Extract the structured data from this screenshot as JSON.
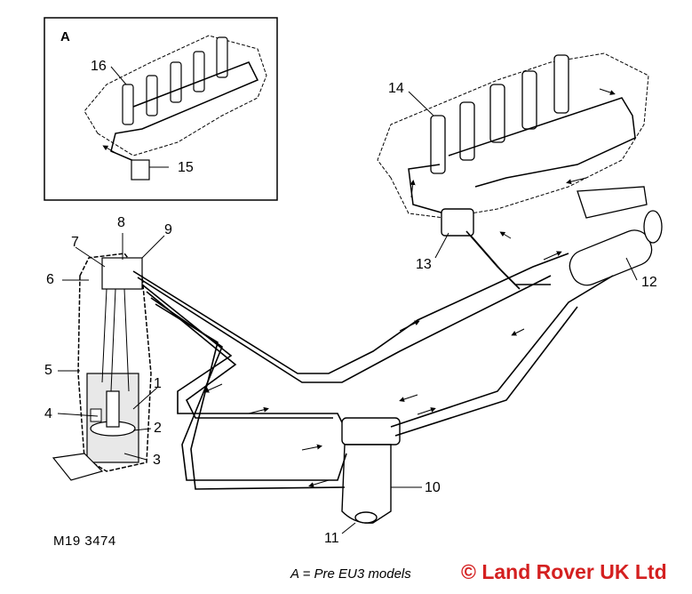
{
  "inset": {
    "title": "A"
  },
  "callouts": [
    "1",
    "2",
    "3",
    "4",
    "5",
    "6",
    "7",
    "8",
    "9",
    "10",
    "11",
    "12",
    "13",
    "14",
    "15",
    "16"
  ],
  "figure_ref": "M19 3474",
  "caption": "A = Pre EU3 models",
  "copyright": "© Land Rover UK Ltd",
  "colors": {
    "line": "#000000",
    "copyright": "#d42020",
    "tank_shade": "#e8e8e8"
  }
}
